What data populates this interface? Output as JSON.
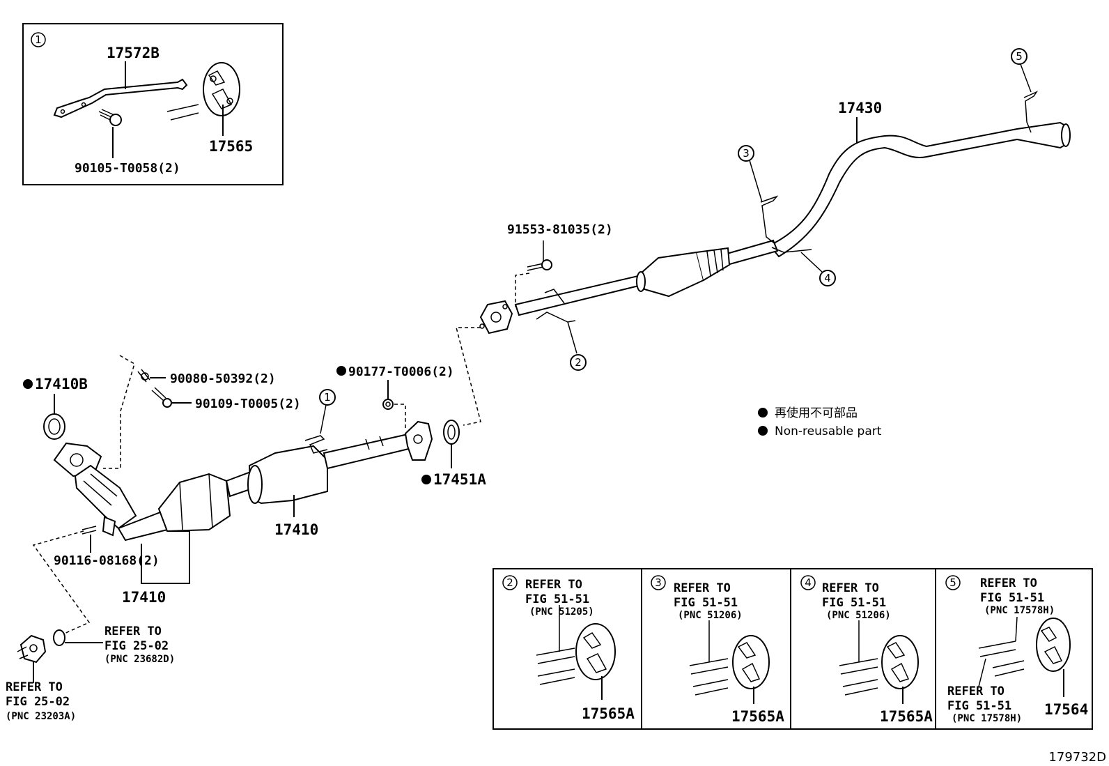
{
  "inset_top_left": {
    "marker": "1",
    "parts": [
      "17572B",
      "17565",
      "90105-T0058(2)"
    ]
  },
  "main_labels": {
    "p17430": "17430",
    "p91553": "91553-81035(2)",
    "p17410B": "17410B",
    "p90080": "90080-50392(2)",
    "p90109": "90109-T0005(2)",
    "p90177": "90177-T0006(2)",
    "p17451A": "17451A",
    "p17410a": "17410",
    "p17410b": "17410",
    "p90116": "90116-08168(2)"
  },
  "callouts": [
    "1",
    "2",
    "3",
    "4",
    "5"
  ],
  "refs": {
    "ref_a": {
      "line1": "REFER TO",
      "line2": "FIG 25-02",
      "line3": "(PNC 23682D)"
    },
    "ref_b": {
      "line1": "REFER TO",
      "line2": "FIG 25-02",
      "line3": "(PNC 23203A)"
    }
  },
  "legend": {
    "jp": "再使用不可部品",
    "en": "Non-reusable part"
  },
  "detail_boxes": [
    {
      "marker": "2",
      "line1": "REFER TO",
      "line2": "FIG 51-51",
      "line3": "(PNC 51205)",
      "part": "17565A"
    },
    {
      "marker": "3",
      "line1": "REFER TO",
      "line2": "FIG 51-51",
      "line3": "(PNC 51206)",
      "part": "17565A"
    },
    {
      "marker": "4",
      "line1": "REFER TO",
      "line2": "FIG 51-51",
      "line3": "(PNC 51206)",
      "part": "17565A"
    },
    {
      "marker": "5",
      "line1": "REFER TO",
      "line2": "FIG 51-51",
      "line3": "(PNC 17578H)",
      "part": "17564",
      "sub_line1": "REFER TO",
      "sub_line2": "FIG 51-51",
      "sub_line3": "(PNC 17578H)"
    }
  ],
  "figure_id": "179732D"
}
